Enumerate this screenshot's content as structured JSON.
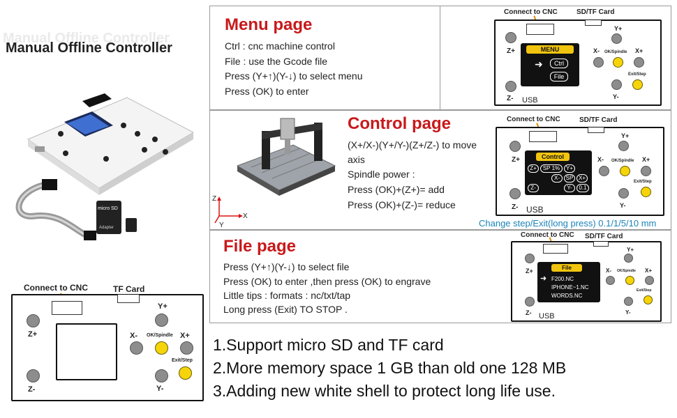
{
  "header": {
    "title": "Manual Offline Controller"
  },
  "menu_page": {
    "title": "Menu page",
    "lines": [
      "Ctrl : cnc machine control",
      "File : use the Gcode file",
      "Press (Y+↑)(Y-↓) to select menu",
      "Press (OK) to enter"
    ],
    "lcd_header": "MENU",
    "lcd_items": [
      "Ctrl",
      "File"
    ],
    "arrow": "➜"
  },
  "control_page": {
    "title": "Control page",
    "lines": [
      "(X+/X-)(Y+/Y-)(Z+/Z-) to move",
      "axis",
      "Spindle power :",
      "Press (OK)+(Z+)= add",
      "Press (OK)+(Z-)= reduce"
    ],
    "lcd_header": "Control",
    "lcd_cells": [
      "Z+",
      "SP 1%",
      "Y+",
      "X-",
      "SP",
      "X+",
      "Z-",
      "Y-",
      "0.1"
    ],
    "note": "Change step/Exit(long press) 0.1/1/5/10 mm",
    "axes": {
      "z": "Z",
      "y": "Y",
      "x": "X"
    }
  },
  "file_page": {
    "title": "File page",
    "lines": [
      "Press (Y+↑)(Y-↓) to select file",
      "Press (OK) to enter ,then press (OK) to engrave",
      "Little tips : formats : nc/txt/tap",
      "Long press (Exit) TO STOP ."
    ],
    "lcd_header": "File",
    "files": [
      "F200.NC",
      "IPHONE~1.NC",
      "WORDS.NC"
    ],
    "arrow": "➜"
  },
  "board_labels": {
    "connect": "Connect to CNC",
    "sd": "SD/TF Card",
    "tf": "TF Card",
    "usb": "USB",
    "y_plus": "Y+",
    "y_minus": "Y-",
    "x_plus": "X+",
    "x_minus": "X-",
    "z_plus": "Z+",
    "z_minus": "Z-",
    "ok": "OK/Spindle",
    "exit": "Exit/Step"
  },
  "features": [
    "1.Support micro SD and TF card",
    "2.More memory space 1 GB than old one 128 MB",
    "3.Adding new white shell to protect long life use."
  ],
  "product": {
    "sd_label": "micro SD",
    "adapter_label": "Adapter"
  },
  "colors": {
    "title_red": "#c8191b",
    "button_yellow": "#f5d50a",
    "button_gray": "#8d8d8d",
    "note_blue": "#1a84b8"
  }
}
